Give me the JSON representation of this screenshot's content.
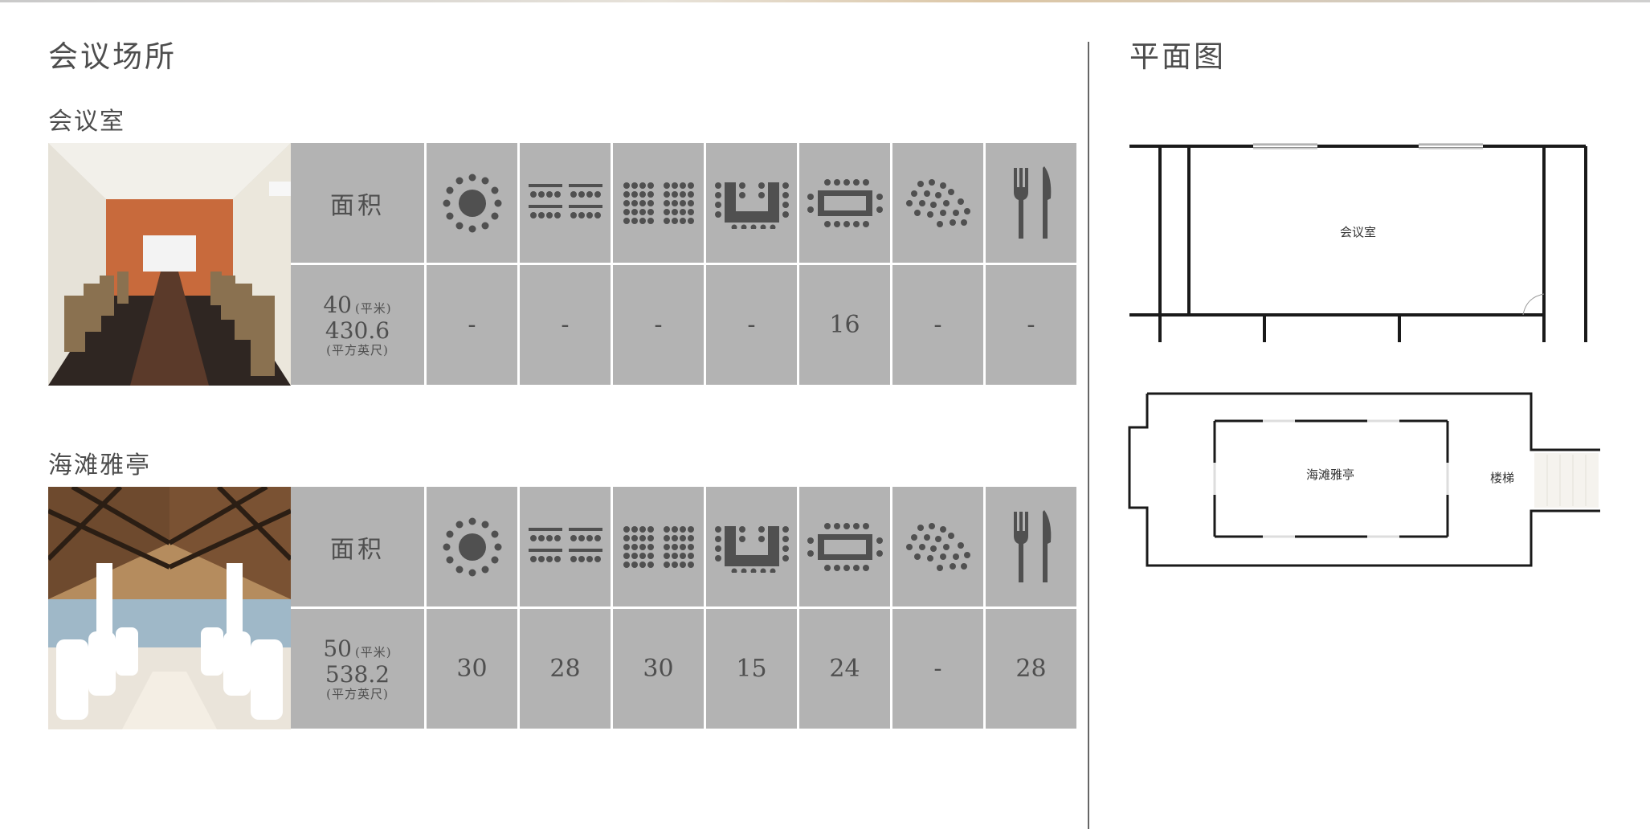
{
  "header": {
    "title": "会议场所",
    "plan_title": "平面图"
  },
  "rooms": [
    {
      "name": "会议室",
      "area_header": "面积",
      "area_sqm": "40",
      "sqm_unit": "(平米)",
      "area_sqft": "430.6",
      "sqft_unit": "(平方英尺)",
      "capacities": [
        "-",
        "-",
        "-",
        "-",
        "16",
        "-",
        "-"
      ]
    },
    {
      "name": "海滩雅亭",
      "area_header": "面积",
      "area_sqm": "50",
      "sqm_unit": "(平米)",
      "area_sqft": "538.2",
      "sqft_unit": "(平方英尺)",
      "capacities": [
        "30",
        "28",
        "30",
        "15",
        "24",
        "-",
        "28"
      ]
    }
  ],
  "layout_icons": [
    "banquet-round-icon",
    "classroom-icon",
    "theatre-icon",
    "u-shape-icon",
    "boardroom-icon",
    "cocktail-icon",
    "dining-icon"
  ],
  "floorplan": {
    "room1_label": "会议室",
    "room2_label": "海滩雅亭",
    "stairs_label": "楼梯"
  },
  "colors": {
    "cell_bg": "#b3b3b3",
    "icon_fill": "#505050",
    "text": "#4f4f4f"
  }
}
